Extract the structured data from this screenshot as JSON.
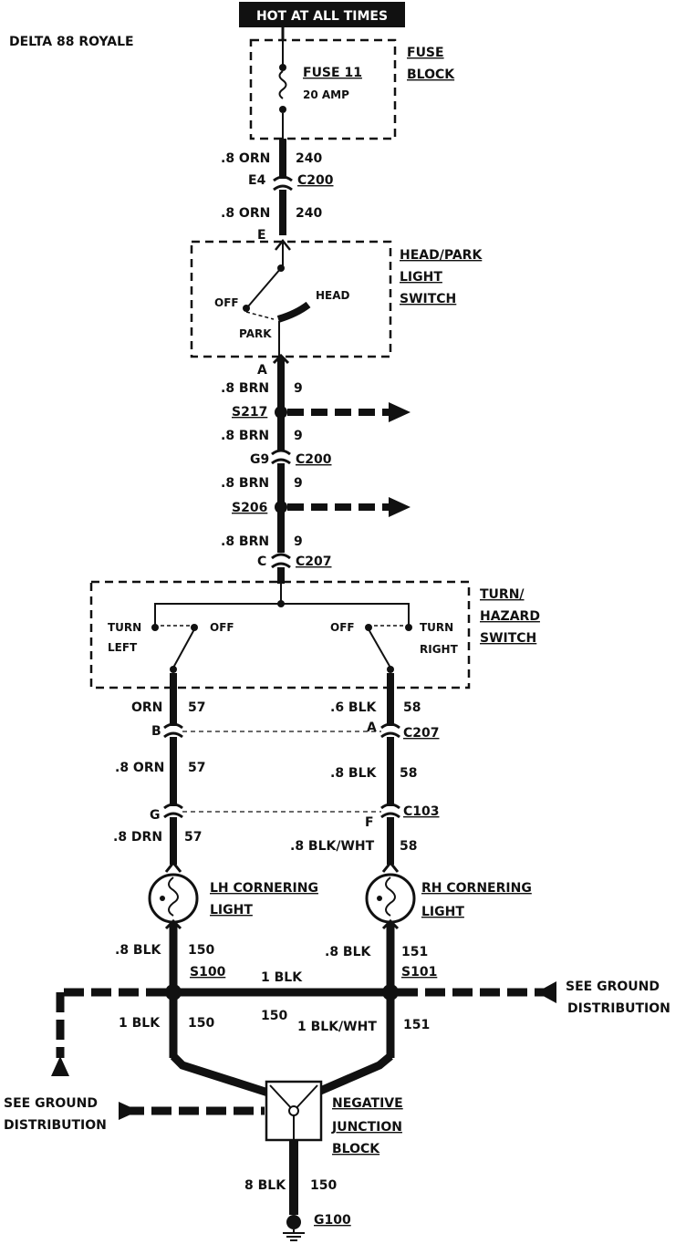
{
  "title": "DELTA 88 ROYALE",
  "hot_label": "HOT AT ALL TIMES",
  "fuse": {
    "name": "FUSE 11",
    "rating": "20 AMP",
    "block_line1": "FUSE",
    "block_line2": "BLOCK"
  },
  "feed": {
    "w1_size": ".8 ORN",
    "w1_circuit": "240",
    "conn_pin": "E4",
    "conn": "C200",
    "w2_size": ".8 ORN",
    "w2_circuit": "240",
    "switch_pin": "E"
  },
  "headlight_switch": {
    "line1": "HEAD/PARK",
    "line2": "LIGHT",
    "line3": "SWITCH",
    "off": "OFF",
    "head": "HEAD",
    "park": "PARK",
    "out_pin": "A"
  },
  "brn_run": {
    "w1_size": ".8 BRN",
    "w1_circuit": "9",
    "splice1": "S217",
    "w2_size": ".8 BRN",
    "w2_circuit": "9",
    "conn_pin": "G9",
    "conn": "C200",
    "w3_size": ".8 BRN",
    "w3_circuit": "9",
    "splice2": "S206",
    "w4_size": ".8 BRN",
    "w4_circuit": "9",
    "conn2_pin": "C",
    "conn2": "C207"
  },
  "turn_switch": {
    "line1": "TURN/",
    "line2": "HAZARD",
    "line3": "SWITCH",
    "turn_left_1": "TURN",
    "turn_left_2": "LEFT",
    "off_left": "OFF",
    "off_right": "OFF",
    "turn_right_1": "TURN",
    "turn_right_2": "RIGHT"
  },
  "left_branch": {
    "w1_size": "ORN",
    "w1_circuit": "57",
    "pin1": "B",
    "w2_size": ".8 ORN",
    "w2_circuit": "57",
    "pin2": "G",
    "w3_size": ".8 DRN",
    "w3_circuit": "57",
    "light_line1": "LH CORNERING",
    "light_line2": "LIGHT",
    "w4_size": ".8 BLK",
    "w4_circuit": "150",
    "splice": "S100",
    "w5_size": "1 BLK",
    "w5_circuit": "150"
  },
  "right_branch": {
    "w1_size": ".6 BLK",
    "w1_circuit": "58",
    "pin1": "A",
    "conn1": "C207",
    "w2_size": ".8 BLK",
    "w2_circuit": "58",
    "pin2": "F",
    "conn2": "C103",
    "w3_size": ".8 BLK/WHT",
    "w3_circuit": "58",
    "light_line1": "RH CORNERING",
    "light_line2": "LIGHT",
    "w4_size": ".8 BLK",
    "w4_circuit": "151",
    "splice": "S101",
    "w5_size": "1 BLK/WHT",
    "w5_circuit": "151"
  },
  "cross": {
    "size": "1 BLK",
    "circuit": "150"
  },
  "ground_right_1": "SEE GROUND",
  "ground_right_2": "DISTRIBUTION",
  "ground_left_1": "SEE GROUND",
  "ground_left_2": "DISTRIBUTION",
  "junction": {
    "line1": "NEGATIVE",
    "line2": "JUNCTION",
    "line3": "BLOCK"
  },
  "ground_wire": {
    "size": "8 BLK",
    "circuit": "150",
    "ground": "G100"
  }
}
